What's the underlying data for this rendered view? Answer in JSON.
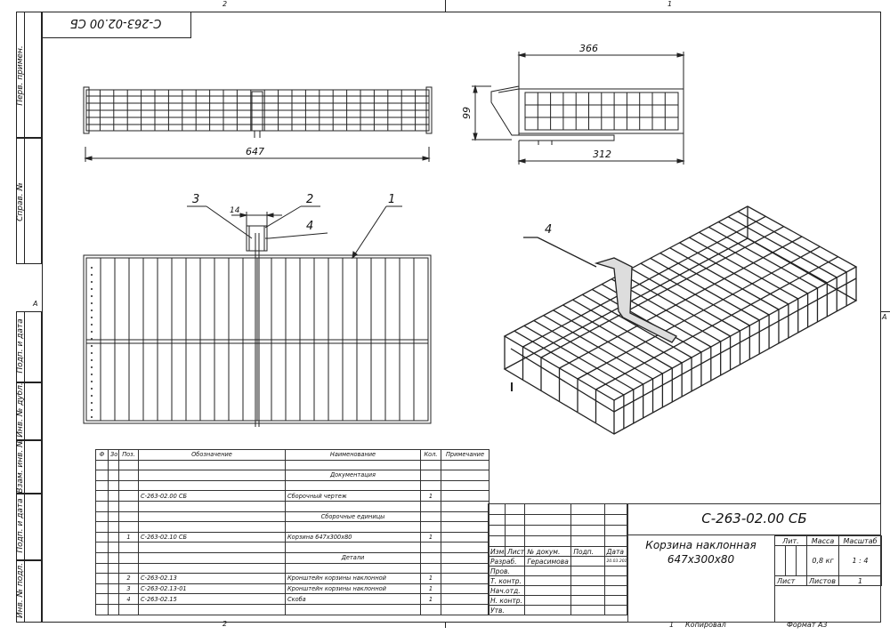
{
  "zones": {
    "top_left": "2",
    "top_right": "1",
    "bottom_left": "2",
    "left_a": "A",
    "right_a": "A"
  },
  "mirrored_stamp": "С-263-02.00 СБ",
  "left_strip": {
    "perv_primen": "Перв. примен.",
    "sprav_no": "Справ. №",
    "podp_data_1": "Подп. и дата",
    "inv_dubl": "Инв. № дубл.",
    "vzam_inv": "Взам. инв. №",
    "podp_data_2": "Подп. и дата",
    "inv_podl": "Инв. № подл."
  },
  "dimensions": {
    "top_width": "647",
    "side_height": "99",
    "side_top": "366",
    "side_bottom": "312",
    "bracket_gap": "14"
  },
  "callouts": {
    "c1": "1",
    "c2": "2",
    "c3": "3",
    "c4": "4",
    "c4_iso": "4"
  },
  "spec": {
    "headers": {
      "format": "Ф",
      "zone": "Зо",
      "pos": "Поз.",
      "designation": "Обозначение",
      "name": "Наименование",
      "qty": "Кол.",
      "note": "Примечание"
    },
    "section_docs": "Документация",
    "section_units": "Сборочные единицы",
    "section_parts": "Детали",
    "rows": {
      "r_doc": {
        "designation": "С-263-02.00 СБ",
        "name": "Сборочный чертеж",
        "qty": "1"
      },
      "r_unit": {
        "pos": "1",
        "designation": "С-263-02.10 СБ",
        "name": "Корзина 647х300х80",
        "qty": "1"
      },
      "r_p2": {
        "pos": "2",
        "designation": "С-263-02.13",
        "name": "Кронштейн корзины наклонной",
        "qty": "1"
      },
      "r_p3": {
        "pos": "3",
        "designation": "С-263-02.13-01",
        "name": "Кронштейн корзины наклонной",
        "qty": "1"
      },
      "r_p4": {
        "pos": "4",
        "designation": "С-263-02.15",
        "name": "Скоба",
        "qty": "1"
      }
    }
  },
  "title_block": {
    "code": "С-263-02.00 СБ",
    "name_line1": "Корзина наклонная",
    "name_line2": "647х300х80",
    "lit": "Лит.",
    "mass": "Масса",
    "scale": "Масштаб",
    "mass_value": "0,8 кг",
    "scale_value": "1 : 4",
    "sheet": "Лист",
    "sheets": "Листов",
    "sheets_value": "1",
    "izm": "Изм.",
    "list": "Лист",
    "doc_no": "№ докум.",
    "podp": "Подп.",
    "data": "Дата",
    "razrab": "Разраб.",
    "razrab_name": "Герасимова",
    "razrab_date": "20.03.2017",
    "prov": "Пров.",
    "tkontr": "Т. контр.",
    "nach_otd": "Нач.отд.",
    "nkontr": "Н. контр.",
    "utv": "Утв."
  },
  "footer": {
    "one": "1",
    "copied": "Копировал",
    "format": "Формат А3"
  }
}
